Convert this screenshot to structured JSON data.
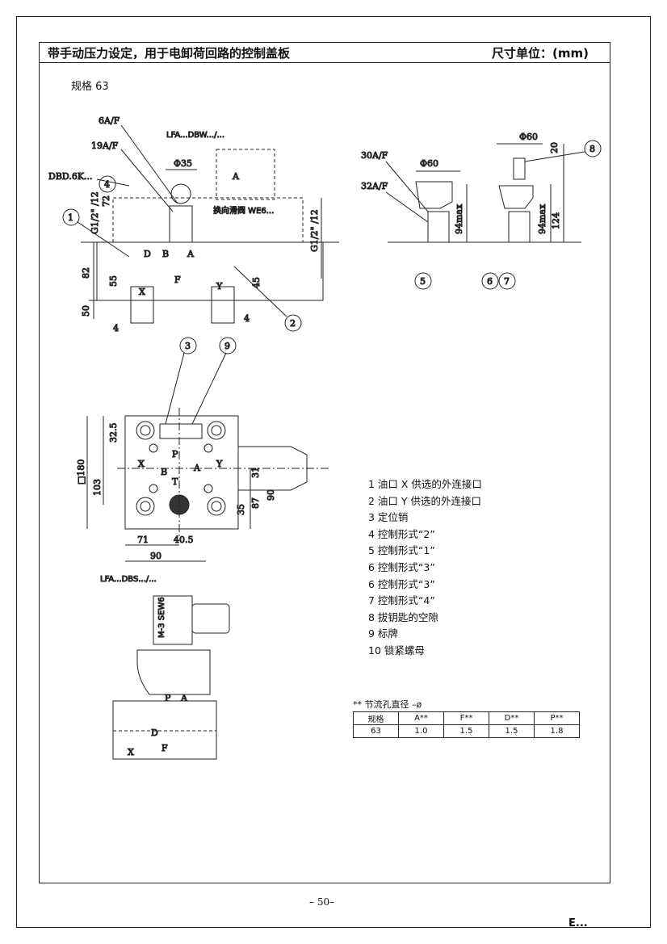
{
  "header": {
    "title": "带手动压力设定，用于电卸荷回路的控制盖板",
    "unit": "尺寸单位：(mm)"
  },
  "size_label": "规格 63",
  "drawing_labels": {
    "lfa_dbw": "LFA...DBW.../...",
    "lfa_dbs": "LFA...DBS.../...",
    "valve_note": "换向滑阀 WE6...",
    "ref_6af": "6A/F",
    "ref_19af": "19A/F",
    "ref_dbd": "DBD.6K...",
    "ref_30af": "30A/F",
    "ref_32af": "32A/F",
    "phi35": "Φ35",
    "phi60_a": "Φ60",
    "phi60_b": "Φ60",
    "g12_left": "G1/2\" /12",
    "g12_right": "G1/2\" /12",
    "dim_72": "72",
    "dim_82": "82",
    "dim_55": "55",
    "dim_50": "50",
    "dim_45": "45",
    "dim_4a": "4",
    "dim_4b": "4",
    "dim_94a": "94max",
    "dim_94b": "94max",
    "dim_124": "124",
    "dim_20": "20",
    "dim_180": "□180",
    "dim_103": "103",
    "dim_32_5": "32.5",
    "dim_31": "31",
    "dim_87": "87",
    "dim_90v": "90",
    "dim_35": "35",
    "dim_71": "71",
    "dim_40_5": "40.5",
    "dim_90h": "90",
    "letter_a": "A",
    "letter_b": "B",
    "letter_d": "D",
    "letter_f": "F",
    "letter_x": "X",
    "letter_y": "Y",
    "letter_p": "P",
    "letter_t": "T",
    "solenoid": "M-3 SEW6",
    "callouts": [
      "1",
      "2",
      "3",
      "4",
      "5",
      "6",
      "7",
      "8",
      "9"
    ]
  },
  "legend": [
    "1  油口 X 供选的外连接口",
    "2  油口 Y 供选的外连接口",
    "3  定位销",
    "4  控制形式“2”",
    "5  控制形式“1”",
    "6  控制形式“3”",
    "6  控制形式“3”",
    "7  控制形式“4”",
    "8  拔钥匙的空隙",
    "9  标牌",
    "10  锁紧螺母"
  ],
  "table": {
    "note": "** 节流孔直径 –ø",
    "headers": [
      "规格",
      "A**",
      "F**",
      "D**",
      "P**"
    ],
    "rows": [
      [
        "63",
        "1.0",
        "1.5",
        "1.5",
        "1.8"
      ]
    ]
  },
  "page_number": "– 50–",
  "corner_mark": "E..."
}
